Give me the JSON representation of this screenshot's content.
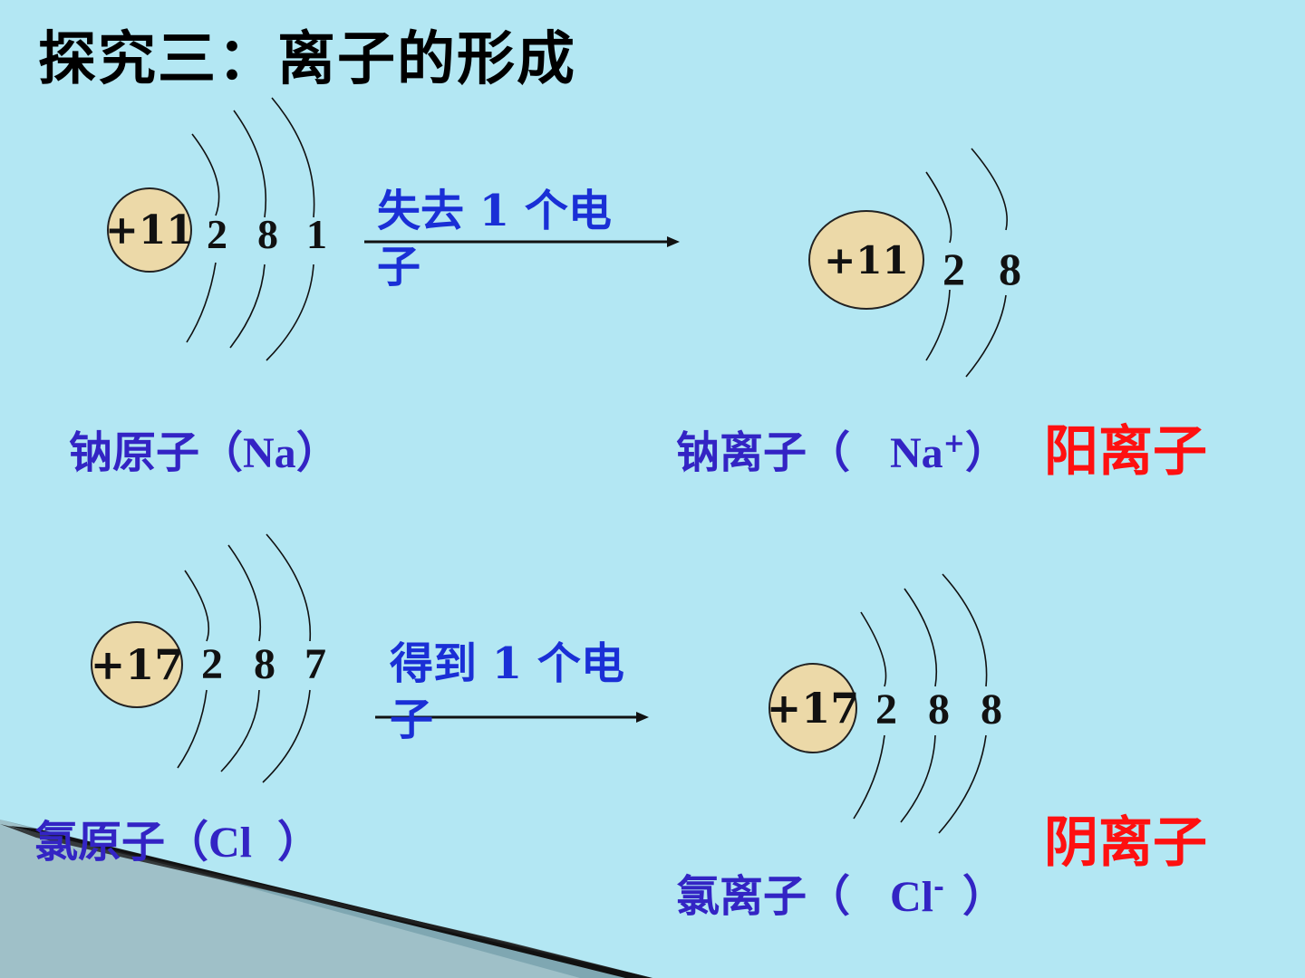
{
  "title": "探究三：离子的形成",
  "na_atom": {
    "nucleus": "+11",
    "shells": [
      "2",
      "8",
      "1"
    ],
    "label_prefix": "钠原子（",
    "symbol": "Na",
    "label_suffix": "）"
  },
  "na_process": {
    "text": "失去 1 个电子"
  },
  "na_ion": {
    "nucleus": "+11",
    "shells": [
      "2",
      "8"
    ],
    "label_prefix": "钠离子（",
    "symbol": "Na",
    "charge": "+",
    "label_suffix": "）",
    "type": "阳离子"
  },
  "cl_atom": {
    "nucleus": "+17",
    "shells": [
      "2",
      "8",
      "7"
    ],
    "label_prefix": "氯原子（",
    "symbol": "Cl",
    "label_suffix": "）"
  },
  "cl_process": {
    "text": "得到 1 个电子"
  },
  "cl_ion": {
    "nucleus": "+17",
    "shells": [
      "2",
      "8",
      "8"
    ],
    "label_prefix": "氯离子（",
    "symbol": "Cl",
    "charge": "-",
    "label_suffix": "）",
    "type": "阴离子"
  }
}
